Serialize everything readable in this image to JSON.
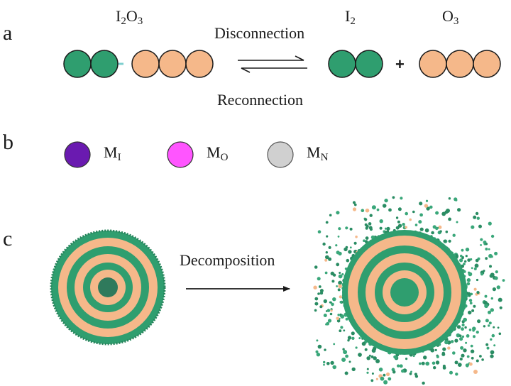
{
  "panels": {
    "a": "a",
    "b": "b",
    "c": "c"
  },
  "panel_a": {
    "reactant": {
      "base1": "I",
      "sub1": "2",
      "base2": "O",
      "sub2": "3"
    },
    "product1": {
      "base": "I",
      "sub": "2"
    },
    "product2": {
      "base": "O",
      "sub": "3"
    },
    "forward_label": "Disconnection",
    "reverse_label": "Reconnection",
    "plus": "+"
  },
  "panel_b": {
    "legend": [
      {
        "base": "M",
        "sub": "I",
        "color": "#6a1ab0"
      },
      {
        "base": "M",
        "sub": "O",
        "color": "#ff55ff"
      },
      {
        "base": "M",
        "sub": "N",
        "color": "#d0d0d0"
      }
    ]
  },
  "panel_c": {
    "process_label": "Decomposition"
  },
  "colors": {
    "green": "#2f9e6f",
    "orange": "#f5b88a",
    "outline": "#1a1a1a"
  }
}
